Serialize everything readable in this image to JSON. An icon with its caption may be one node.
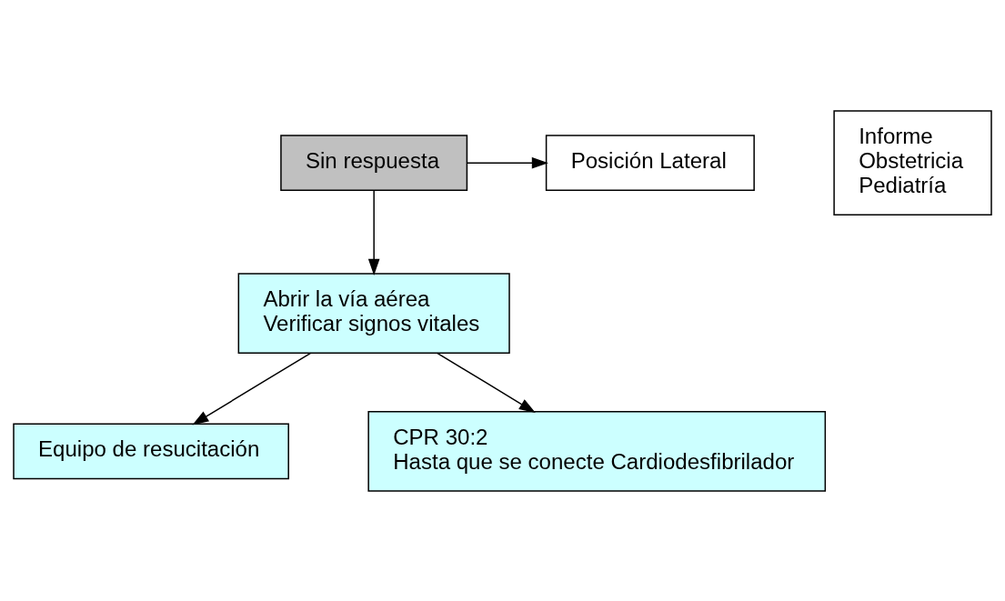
{
  "diagram": {
    "nodes": [
      {
        "text": [
          "Sin respuesta"
        ]
      },
      {
        "text": [
          "Posición Lateral"
        ]
      },
      {
        "text": [
          "Abrir la vía aérea",
          "Verificar signos vitales"
        ]
      },
      {
        "text": [
          "Equipo de resucitación"
        ]
      },
      {
        "text": [
          "CPR 30:2",
          "Hasta que se conecte Cardiodesfibrilador"
        ]
      },
      {
        "text": [
          "Informe",
          "Obstetricia",
          "Pediatría"
        ]
      }
    ],
    "edges": [
      {
        "from": 0,
        "to": 1,
        "arrow": "to"
      },
      {
        "from": 0,
        "to": 2,
        "arrow": "to"
      },
      {
        "from": 2,
        "to": 3,
        "arrow": "to"
      },
      {
        "from": 2,
        "to": 4,
        "arrow": "to"
      }
    ]
  }
}
